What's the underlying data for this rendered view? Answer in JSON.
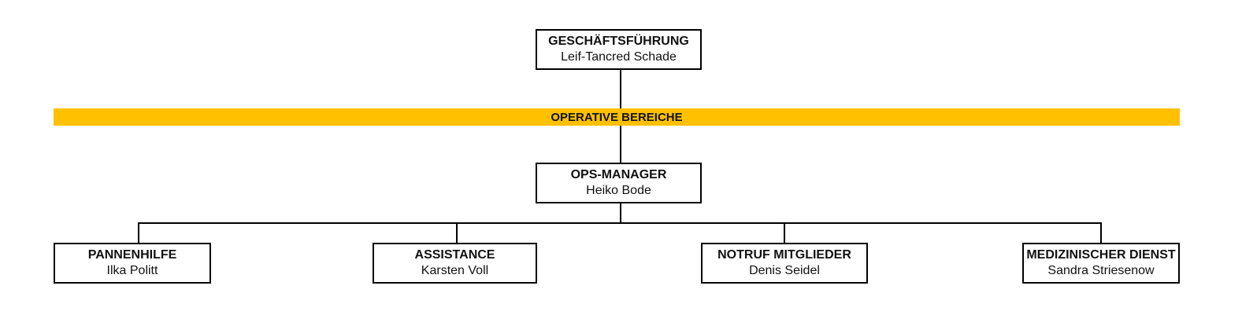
{
  "colors": {
    "band": "#FFC000",
    "border": "#000000"
  },
  "top": {
    "title": "GESCHÄFTSFÜHRUNG",
    "name": "Leif-Tancred Schade"
  },
  "band": {
    "label": "OPERATIVE BEREICHE"
  },
  "manager": {
    "title": "OPS-MANAGER",
    "name": "Heiko Bode"
  },
  "departments": [
    {
      "title": "PANNENHILFE",
      "name": "Ilka Politt"
    },
    {
      "title": "ASSISTANCE",
      "name": "Karsten Voll"
    },
    {
      "title": "NOTRUF MITGLIEDER",
      "name": "Denis Seidel"
    },
    {
      "title": "MEDIZINISCHER DIENST",
      "name": "Sandra Striesenow"
    }
  ]
}
